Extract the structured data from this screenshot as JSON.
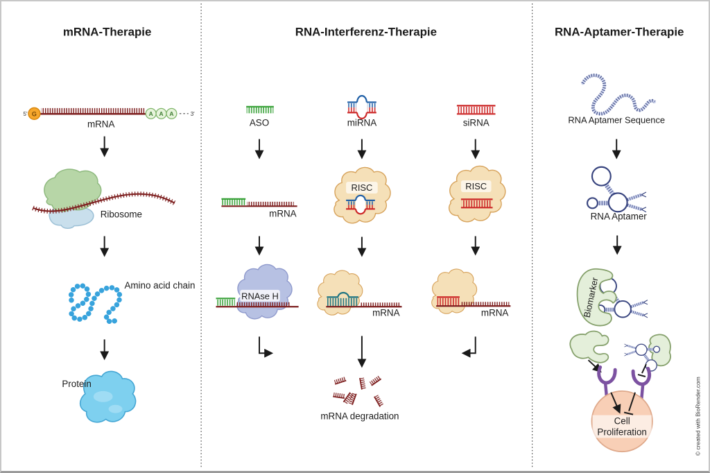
{
  "panel_mrna": {
    "title": "mRNA-Therapie",
    "five_prime": "5'",
    "cap": "G",
    "poly_a": "A",
    "three_prime": "3'",
    "mrna": "mRNA",
    "ribosome": "Ribosome",
    "amino_acid_chain": "Amino acid chain",
    "protein": "Protein"
  },
  "panel_rnai": {
    "title": "RNA-Interferenz-Therapie",
    "aso": "ASO",
    "mirna": "miRNA",
    "sirna": "siRNA",
    "risc": "RISC",
    "mrna": "mRNA",
    "rnase_h": "RNAse H",
    "degradation": "mRNA degradation"
  },
  "panel_aptamer": {
    "title": "RNA-Aptamer-Therapie",
    "sequence": "RNA Aptamer Sequence",
    "aptamer": "RNA Aptamer",
    "biomarker": "Biomarker",
    "cell_line1": "Cell",
    "cell_line2": "Proliferation"
  },
  "watermark": "© created with BioRender.com",
  "colors": {
    "mrna_dark_red": "#7e2020",
    "aso_green": "#3aa23a",
    "sirna_red": "#cc2727",
    "mirna_blue": "#1f5fa6",
    "duplex_teal": "#1e7482",
    "risc_fill": "#f5e0b8",
    "risc_stroke": "#d7a35c",
    "rnase_fill": "#b7c1e3",
    "rnase_stroke": "#8e99cc",
    "ribosome_large_fill": "#b7d6a7",
    "ribosome_large_stroke": "#8eb97e",
    "ribosome_small_fill": "#c9dfec",
    "ribosome_small_stroke": "#9cc0d6",
    "bead_blue": "#38a3dc",
    "protein_fill": "#7ed0ef",
    "protein_stroke": "#44a6d4",
    "cap_fill": "#f6a72c",
    "cap_stroke": "#d9880f",
    "polya_fill": "#e7f4dc",
    "polya_stroke": "#7fb569",
    "aptamer_dark": "#39457f",
    "biomarker_fill": "#e4efda",
    "biomarker_stroke": "#85a06b",
    "receptor_purple": "#7c52a1",
    "cell_fill": "#f8cfb6",
    "cell_stroke": "#dfa98b",
    "arrow_black": "#1a1a1a"
  }
}
